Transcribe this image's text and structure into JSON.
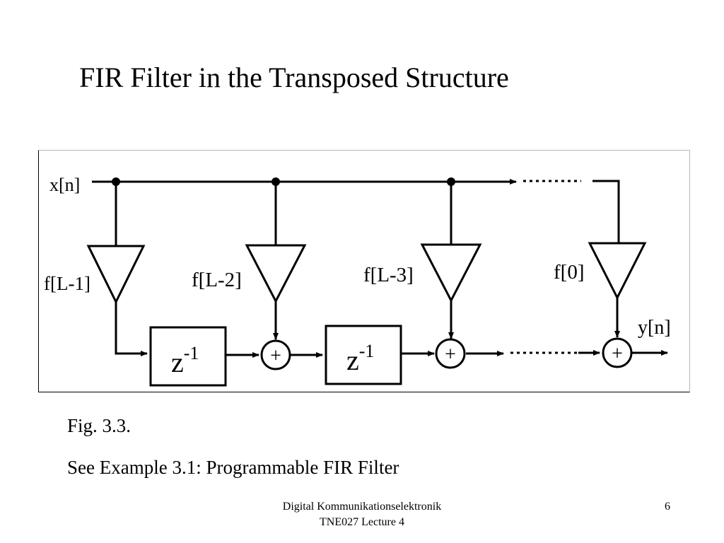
{
  "slide": {
    "title": "FIR Filter in the Transposed Structure",
    "caption_figure": "Fig. 3.3.",
    "caption_reference": "See Example 3.1: Programmable FIR Filter",
    "footer_line1": "Digital Kommunikationselektronik",
    "footer_line2": "TNE027 Lecture 4",
    "page_number": "6"
  },
  "diagram": {
    "input_label": "x[n]",
    "output_label": "y[n]",
    "coefficients": [
      "f[L-1]",
      "f[L-2]",
      "f[L-3]",
      "f[0]"
    ],
    "delay_label": "z",
    "delay_exponent": "-1",
    "adder_symbol": "+"
  }
}
